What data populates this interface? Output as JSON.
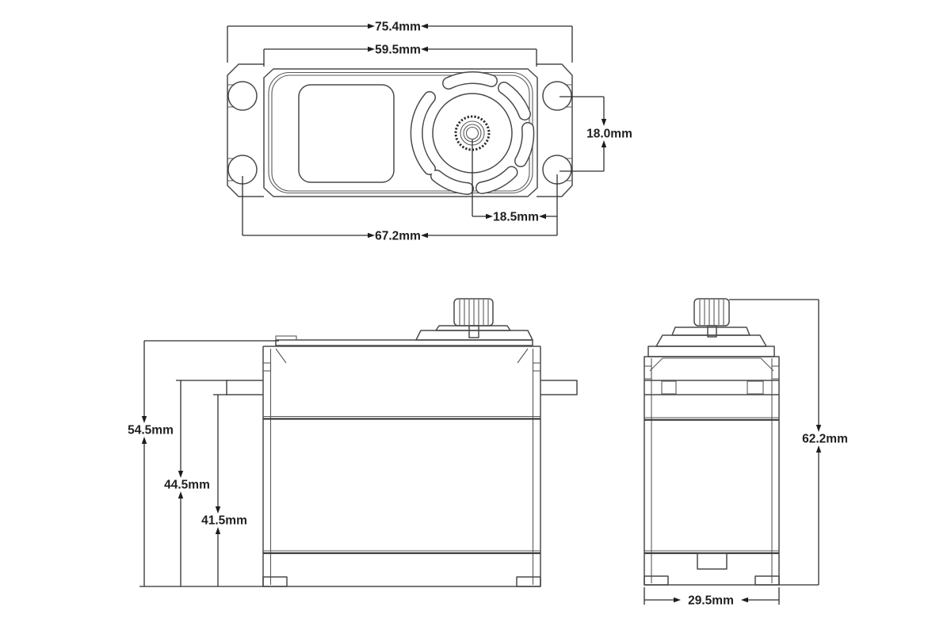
{
  "drawing_title": "Servo dimensional drawing",
  "units": "mm",
  "colors": {
    "background": "#ffffff",
    "linework": "#4a4a4a",
    "dimension_lines": "#2f2f2f",
    "label_text": "#1f1f1f"
  },
  "views": {
    "top": {
      "overall_width": "75.4mm",
      "case_width": "59.5mm",
      "tab_hole_pitch": "18.0mm",
      "shaft_to_hole": "18.5mm",
      "hole_span": "67.2mm"
    },
    "side": {
      "height_overall": "54.5mm",
      "height_to_flange_top": "44.5mm",
      "height_to_flange_bottom": "41.5mm"
    },
    "end": {
      "height_with_spline": "62.2mm",
      "body_width": "29.5mm"
    }
  }
}
